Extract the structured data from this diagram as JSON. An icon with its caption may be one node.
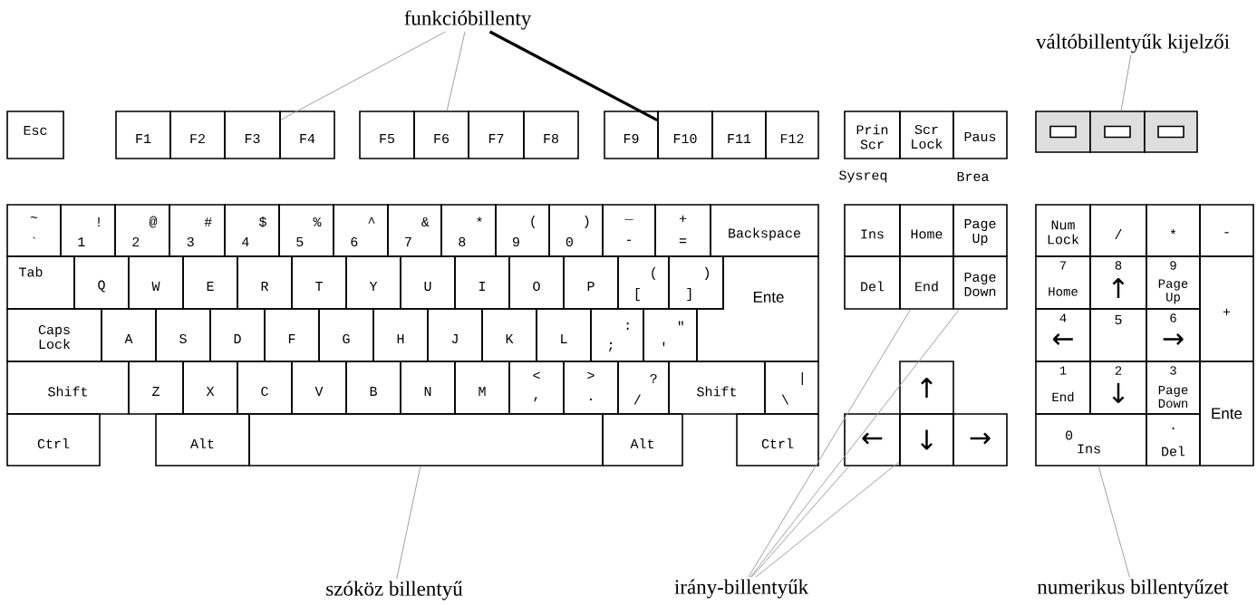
{
  "diagram": {
    "nodes": [
      {
        "text": [
          "funkcióbillenty"
        ]
      },
      {
        "text": [
          "váltóbillentyűk kijelzői"
        ]
      },
      {
        "text": [
          "Esc"
        ]
      },
      {
        "text": [
          "F1"
        ]
      },
      {
        "text": [
          "F2"
        ]
      },
      {
        "text": [
          "F3"
        ]
      },
      {
        "text": [
          "F4"
        ]
      },
      {
        "text": [
          "F5"
        ]
      },
      {
        "text": [
          "F6"
        ]
      },
      {
        "text": [
          "F7"
        ]
      },
      {
        "text": [
          "F8"
        ]
      },
      {
        "text": [
          "F9"
        ]
      },
      {
        "text": [
          "F10"
        ]
      },
      {
        "text": [
          "F11"
        ]
      },
      {
        "text": [
          "F12"
        ]
      },
      {
        "text": [
          "Prin Scr"
        ],
        "beside": [
          "Sysreq"
        ]
      },
      {
        "text": [
          "Scr Lock"
        ]
      },
      {
        "text": [
          "Paus"
        ],
        "beside": [
          "Brea"
        ]
      },
      {
        "text": [],
        "shape": "box"
      },
      {
        "text": [],
        "shape": "box"
      },
      {
        "text": [],
        "shape": "box"
      },
      {
        "text": [
          "~",
          "`"
        ]
      },
      {
        "text": [
          "1",
          "!"
        ]
      },
      {
        "text": [
          "2",
          "@"
        ]
      },
      {
        "text": [
          "3",
          "#"
        ]
      },
      {
        "text": [
          "4",
          "$"
        ]
      },
      {
        "text": [
          "5",
          "%"
        ]
      },
      {
        "text": [
          "6",
          "^"
        ]
      },
      {
        "text": [
          "7",
          "&"
        ]
      },
      {
        "text": [
          "8",
          "*"
        ]
      },
      {
        "text": [
          "9",
          "("
        ]
      },
      {
        "text": [
          "0",
          ")"
        ]
      },
      {
        "text": [
          "_",
          "-"
        ]
      },
      {
        "text": [
          "+",
          "="
        ]
      },
      {
        "text": [
          "Backspace"
        ]
      },
      {
        "text": [
          "Ins"
        ]
      },
      {
        "text": [
          "Home"
        ]
      },
      {
        "text": [
          "Page Up"
        ]
      },
      {
        "text": [
          "Num Lock"
        ]
      },
      {
        "text": [
          "/"
        ]
      },
      {
        "text": [
          "*"
        ]
      },
      {
        "text": [
          "-"
        ]
      },
      {
        "text": [
          "Tab"
        ]
      },
      {
        "text": [
          "Q"
        ]
      },
      {
        "text": [
          "W"
        ]
      },
      {
        "text": [
          "E"
        ]
      },
      {
        "text": [
          "R"
        ]
      },
      {
        "text": [
          "T"
        ]
      },
      {
        "text": [
          "Y"
        ]
      },
      {
        "text": [
          "U"
        ]
      },
      {
        "text": [
          "I"
        ]
      },
      {
        "text": [
          "O"
        ]
      },
      {
        "text": [
          "P"
        ]
      },
      {
        "text": [
          "[",
          "("
        ]
      },
      {
        "text": [
          "]",
          ")"
        ]
      },
      {
        "text": [
          "Ente"
        ]
      },
      {
        "text": [
          "Del"
        ]
      },
      {
        "text": [
          "End"
        ]
      },
      {
        "text": [
          "Page Down"
        ]
      },
      {
        "text": [
          "7",
          "Home"
        ]
      },
      {
        "text": [
          "8",
          "↑"
        ]
      },
      {
        "text": [
          "9",
          "Page Up"
        ]
      },
      {
        "text": [
          "+"
        ]
      },
      {
        "text": [
          "Caps Lock"
        ]
      },
      {
        "text": [
          "A"
        ]
      },
      {
        "text": [
          "S"
        ]
      },
      {
        "text": [
          "D"
        ]
      },
      {
        "text": [
          "F"
        ]
      },
      {
        "text": [
          "G"
        ]
      },
      {
        "text": [
          "H"
        ]
      },
      {
        "text": [
          "J"
        ]
      },
      {
        "text": [
          "K"
        ]
      },
      {
        "text": [
          "L"
        ]
      },
      {
        "text": [
          ";",
          ":"
        ]
      },
      {
        "text": [
          "'",
          "\""
        ]
      },
      {
        "text": [
          "4",
          "←"
        ]
      },
      {
        "text": [
          "5"
        ]
      },
      {
        "text": [
          "6",
          "→"
        ]
      },
      {
        "text": [
          "Shift"
        ]
      },
      {
        "text": [
          "Z"
        ]
      },
      {
        "text": [
          "X"
        ]
      },
      {
        "text": [
          "C"
        ]
      },
      {
        "text": [
          "V"
        ]
      },
      {
        "text": [
          "B"
        ]
      },
      {
        "text": [
          "N"
        ]
      },
      {
        "text": [
          "M"
        ]
      },
      {
        "text": [
          "<",
          ","
        ]
      },
      {
        "text": [
          ">",
          "."
        ]
      },
      {
        "text": [
          "/",
          "?"
        ]
      },
      {
        "text": [
          "Shift"
        ]
      },
      {
        "text": [
          "\\",
          "|"
        ]
      },
      {
        "text": [
          "↑"
        ]
      },
      {
        "text": [
          "1",
          "End"
        ]
      },
      {
        "text": [
          "2",
          "↓"
        ]
      },
      {
        "text": [
          "3",
          "Page Down"
        ]
      },
      {
        "text": [
          "Ente"
        ]
      },
      {
        "text": [
          "Ctrl"
        ]
      },
      {
        "text": [
          "Alt"
        ]
      },
      {
        "text": [],
        "shape": "box"
      },
      {
        "text": [
          "Alt"
        ]
      },
      {
        "text": [
          "Ctrl"
        ]
      },
      {
        "text": [
          "←"
        ]
      },
      {
        "text": [
          "↓"
        ]
      },
      {
        "text": [
          "→"
        ]
      },
      {
        "text": [
          "0",
          "Ins"
        ]
      },
      {
        "text": [
          ".",
          "Del"
        ]
      },
      {
        "text": [
          "szóköz billentyű"
        ]
      },
      {
        "text": [
          "irány-billentyűk"
        ]
      },
      {
        "text": [
          "numerikus billentyűzet"
        ]
      }
    ],
    "edges": [
      {
        "from": 0,
        "to": 5,
        "arrow": "none"
      },
      {
        "from": 0,
        "to": 8,
        "arrow": "none"
      },
      {
        "from": 0,
        "to": 12,
        "arrow": "none",
        "style": "thick",
        "color": "#000000"
      },
      {
        "from": 1,
        "to": 19,
        "arrow": "none"
      },
      {
        "from": 106,
        "to": 98,
        "arrow": "none"
      },
      {
        "from": 107,
        "to": 57,
        "arrow": "none"
      },
      {
        "from": 107,
        "to": 58,
        "arrow": "none"
      },
      {
        "from": 107,
        "to": 101,
        "arrow": "none"
      },
      {
        "from": 107,
        "to": 102,
        "arrow": "none"
      },
      {
        "from": 108,
        "to": 104,
        "arrow": "none"
      }
    ]
  }
}
